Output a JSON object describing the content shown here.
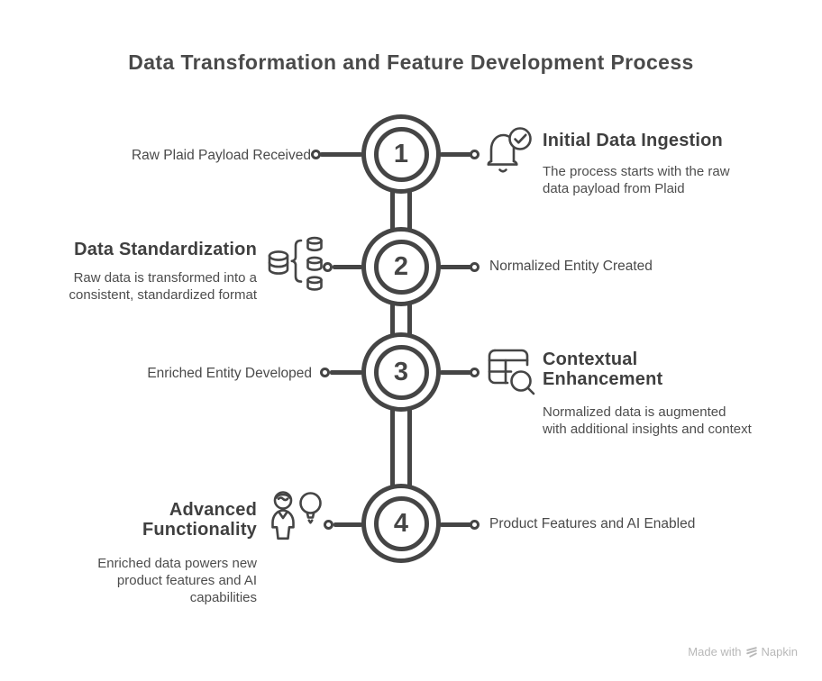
{
  "title": "Data Transformation and Feature Development Process",
  "steps": [
    {
      "number": "1",
      "side_label": "Raw Plaid Payload Received",
      "heading": "Initial Data Ingestion",
      "description": "The process starts with the raw data payload from Plaid",
      "icon": "bell-check-icon"
    },
    {
      "number": "2",
      "side_label": "Normalized Entity Created",
      "heading": "Data Standardization",
      "description": "Raw data is transformed into a consistent, standardized format",
      "icon": "database-transform-icon"
    },
    {
      "number": "3",
      "side_label": "Enriched Entity Developed",
      "heading": "Contextual Enhancement",
      "description": "Normalized data is augmented with additional insights and context",
      "icon": "table-search-icon"
    },
    {
      "number": "4",
      "side_label": "Product Features and AI Enabled",
      "heading": "Advanced Functionality",
      "description": "Enriched data powers new product features and AI capabilities",
      "icon": "person-idea-icon"
    }
  ],
  "footer": {
    "credit": "Made with",
    "brand": "Napkin"
  },
  "colors": {
    "stroke": "#454545",
    "heading": "#3f3f3f",
    "text": "#4d4d4d",
    "background": "#ffffff",
    "watermark": "#b8b8b8"
  }
}
